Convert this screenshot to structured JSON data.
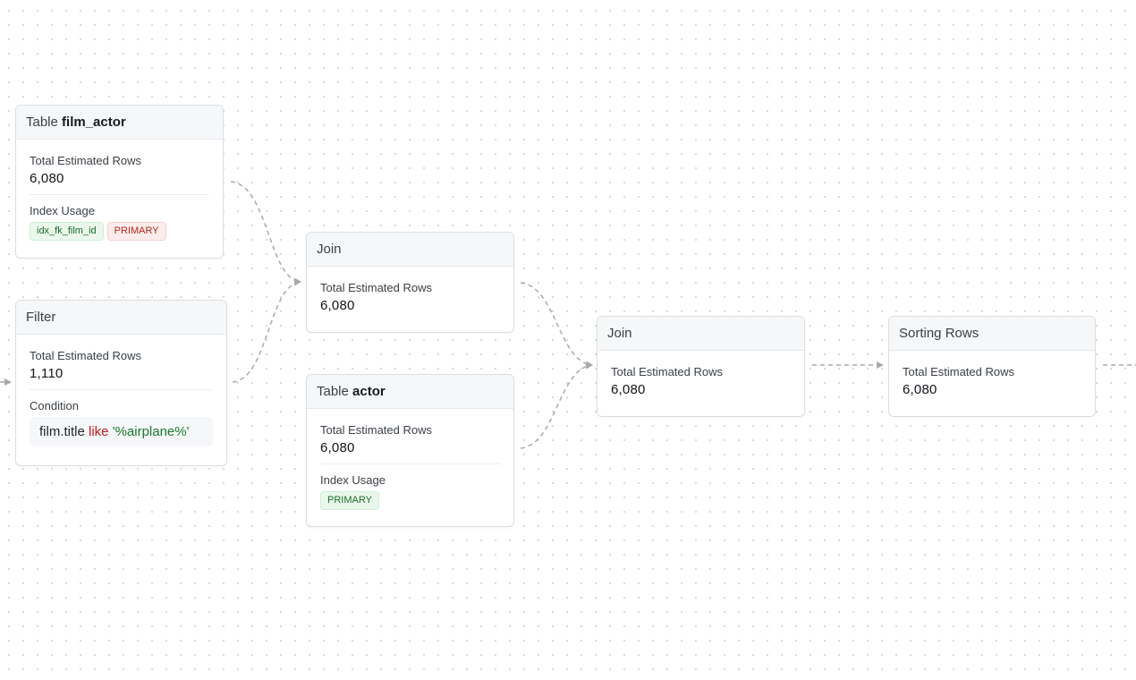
{
  "nodes": {
    "film_actor": {
      "prefix": "Table",
      "name": "film_actor",
      "rows_label": "Total Estimated Rows",
      "rows": "6,080",
      "index_label": "Index Usage",
      "indexes": [
        {
          "label": "idx_fk_film_id",
          "status": "good",
          "color": "#1c6b2a"
        },
        {
          "label": "PRIMARY",
          "status": "bad",
          "color": "#b3261e"
        }
      ]
    },
    "filter": {
      "title": "Filter",
      "rows_label": "Total Estimated Rows",
      "rows": "1,110",
      "condition_label": "Condition",
      "condition": {
        "field": "film.title",
        "operator": "like",
        "value": "'%airplane%'"
      }
    },
    "join1": {
      "title": "Join",
      "rows_label": "Total Estimated Rows",
      "rows": "6,080"
    },
    "actor": {
      "prefix": "Table",
      "name": "actor",
      "rows_label": "Total Estimated Rows",
      "rows": "6,080",
      "index_label": "Index Usage",
      "indexes": [
        {
          "label": "PRIMARY",
          "status": "good",
          "color": "#1c6b2a"
        }
      ]
    },
    "join2": {
      "title": "Join",
      "rows_label": "Total Estimated Rows",
      "rows": "6,080"
    },
    "sort": {
      "title": "Sorting Rows",
      "rows_label": "Total Estimated Rows",
      "rows": "6,080"
    }
  },
  "colors": {
    "edge": "#a9a9a9",
    "code_keyword": "#c01a1a",
    "code_string": "#1a7a2c"
  }
}
